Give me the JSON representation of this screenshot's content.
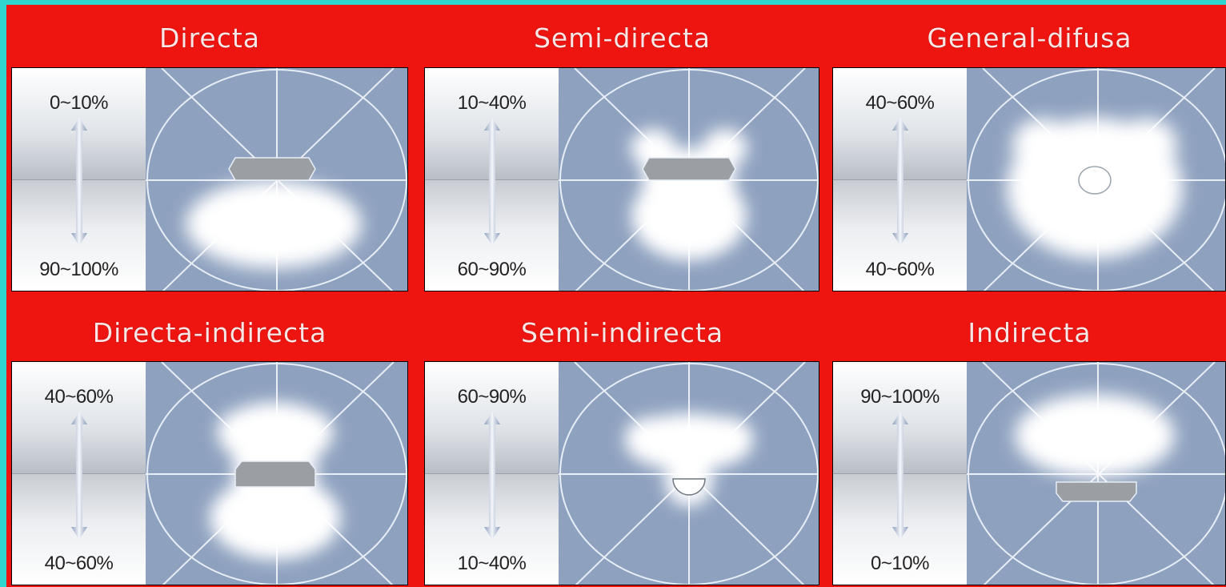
{
  "panels": [
    {
      "title": "Directa",
      "upper": "0~10%",
      "lower": "90~100%",
      "luminaire": "directa"
    },
    {
      "title": "Semi-directa",
      "upper": "10~40%",
      "lower": "60~90%",
      "luminaire": "semi-directa"
    },
    {
      "title": "General-difusa",
      "upper": "40~60%",
      "lower": "40~60%",
      "luminaire": "general-difusa"
    },
    {
      "title": "Directa-indirecta",
      "upper": "40~60%",
      "lower": "40~60%",
      "luminaire": "directa-indirecta"
    },
    {
      "title": "Semi-indirecta",
      "upper": "60~90%",
      "lower": "10~40%",
      "luminaire": "semi-indirecta"
    },
    {
      "title": "Indirecta",
      "upper": "90~100%",
      "lower": "0~10%",
      "luminaire": "indirecta"
    }
  ],
  "colors": {
    "frame": "#ee1410",
    "border": "#2fd6d0",
    "polar_bg": "#8ea1bf",
    "lines": "#e8eef6",
    "lamp": "#9b9fa4"
  }
}
